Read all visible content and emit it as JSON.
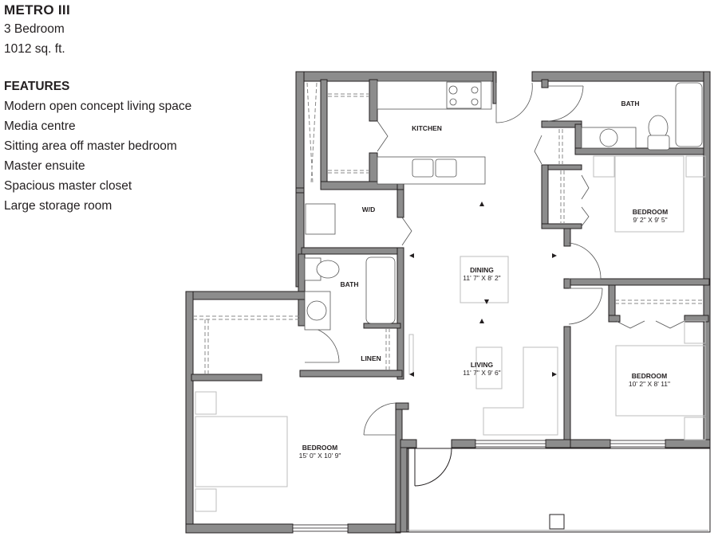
{
  "unit": {
    "name": "METRO III",
    "bedrooms": "3 Bedroom",
    "area": "1012 sq. ft."
  },
  "features": {
    "heading": "FEATURES",
    "items": [
      "Modern open concept living space",
      "Media centre",
      "Sitting area off master bedroom",
      "Master ensuite",
      "Spacious master closet",
      "Large storage room"
    ]
  },
  "plan": {
    "colors": {
      "wall": "#8c8c8c",
      "wall_outline": "#231f20",
      "fixture": "#555555",
      "furniture": "#bdbdbd"
    },
    "rooms": {
      "kitchen": {
        "label": "KITCHEN"
      },
      "bath_master": {
        "label": "BATH"
      },
      "bedroom_ne": {
        "label": "BEDROOM",
        "dims": "9' 2\" X  9' 5\""
      },
      "wd": {
        "label": "W/D"
      },
      "dining": {
        "label": "DINING",
        "dims": "11' 7\"  X  8' 2\""
      },
      "bath_main": {
        "label": "BATH"
      },
      "linen": {
        "label": "LINEN"
      },
      "living": {
        "label": "LIVING",
        "dims": "11' 7\"  X  9' 6\""
      },
      "bedroom_e": {
        "label": "BEDROOM",
        "dims": "10' 2\"  X  8' 11\""
      },
      "bedroom_master": {
        "label": "BEDROOM",
        "dims": "15' 0\"  X  10' 9\""
      }
    }
  }
}
